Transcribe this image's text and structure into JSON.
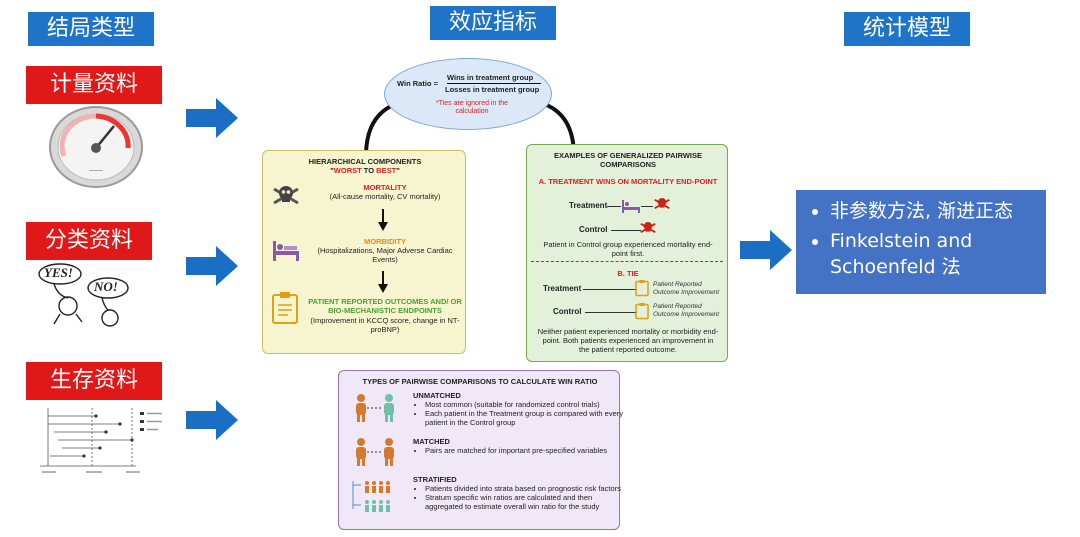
{
  "headers": {
    "outcome_type": "结局类型",
    "effect_index": "效应指标",
    "stat_model": "统计模型"
  },
  "data_types": {
    "quantitative": "计量资料",
    "categorical": "分类资料",
    "survival": "生存资料"
  },
  "formula": {
    "lhs": "Win Ratio =",
    "numerator": "Wins in treatment group",
    "denominator": "Losses in treatment group",
    "note": "*Ties are ignored in the calculation"
  },
  "hierarchical": {
    "title": "HIERARCHICAL COMPONENTS",
    "q_open": "\"",
    "worst": "WORST",
    "to": " TO ",
    "best": "BEST",
    "q_close": "\"",
    "mortality_title": "MORTALITY",
    "mortality_desc": "(All-cause mortality, CV mortality)",
    "morbidity_title": "MORBIDITY",
    "morbidity_desc": "(Hospitalizations, Major Adverse Cardiac Events)",
    "pro_title": "PATIENT REPORTED OUTCOMES AND/ OR BIO-MECHANISTIC ENDPOINTS",
    "pro_desc": "(Improvement in KCCQ score, change in NT-proBNP)"
  },
  "pairwise": {
    "title": "EXAMPLES OF GENERALIZED PAIRWISE COMPARISONS",
    "a_title": "A. TREATMENT WINS ON MORTALITY END-POINT",
    "treatment": "Treatment",
    "control": "Control",
    "a_desc": "Patient in Control group experienced mortality end-point first.",
    "b_title": "B. TIE",
    "pro_label_1": "Patient Reported Outcome Improvement",
    "pro_label_2": "Patient Reported Outcome Improvement",
    "b_desc": "Neither patient experienced mortality or morbidity end-point. Both patients experienced an improvement in the patient reported outcome."
  },
  "types": {
    "title": "TYPES OF PAIRWISE COMPARISONS TO CALCULATE WIN RATIO",
    "unmatched_title": "UNMATCHED",
    "unmatched_items": [
      "Most common (suitable for randomized control trials)",
      "Each patient in the Treatment group is compared with every patient in the Control group"
    ],
    "matched_title": "MATCHED",
    "matched_items": [
      "Pairs are matched for important pre-specified variables"
    ],
    "stratified_title": "STRATIFIED",
    "stratified_items": [
      "Patients divided into strata based on prognostic risk factors",
      "Stratum specific win ratios are calculated and then aggregated to estimate overall win ratio for the study"
    ]
  },
  "models": [
    "非参数方法, 渐进正态",
    "Finkelstein and Schoenfeld 法"
  ],
  "images": {
    "yes": "YES!",
    "no": "NO!"
  },
  "colors": {
    "header_blue": "#1f74c9",
    "label_red": "#e01818",
    "arrow_blue": "#1a6fc4",
    "model_box": "#4472c4",
    "yellow_box": "#f7f4d0",
    "green_box": "#e3f0da",
    "purple_box": "#f0e8f6"
  }
}
